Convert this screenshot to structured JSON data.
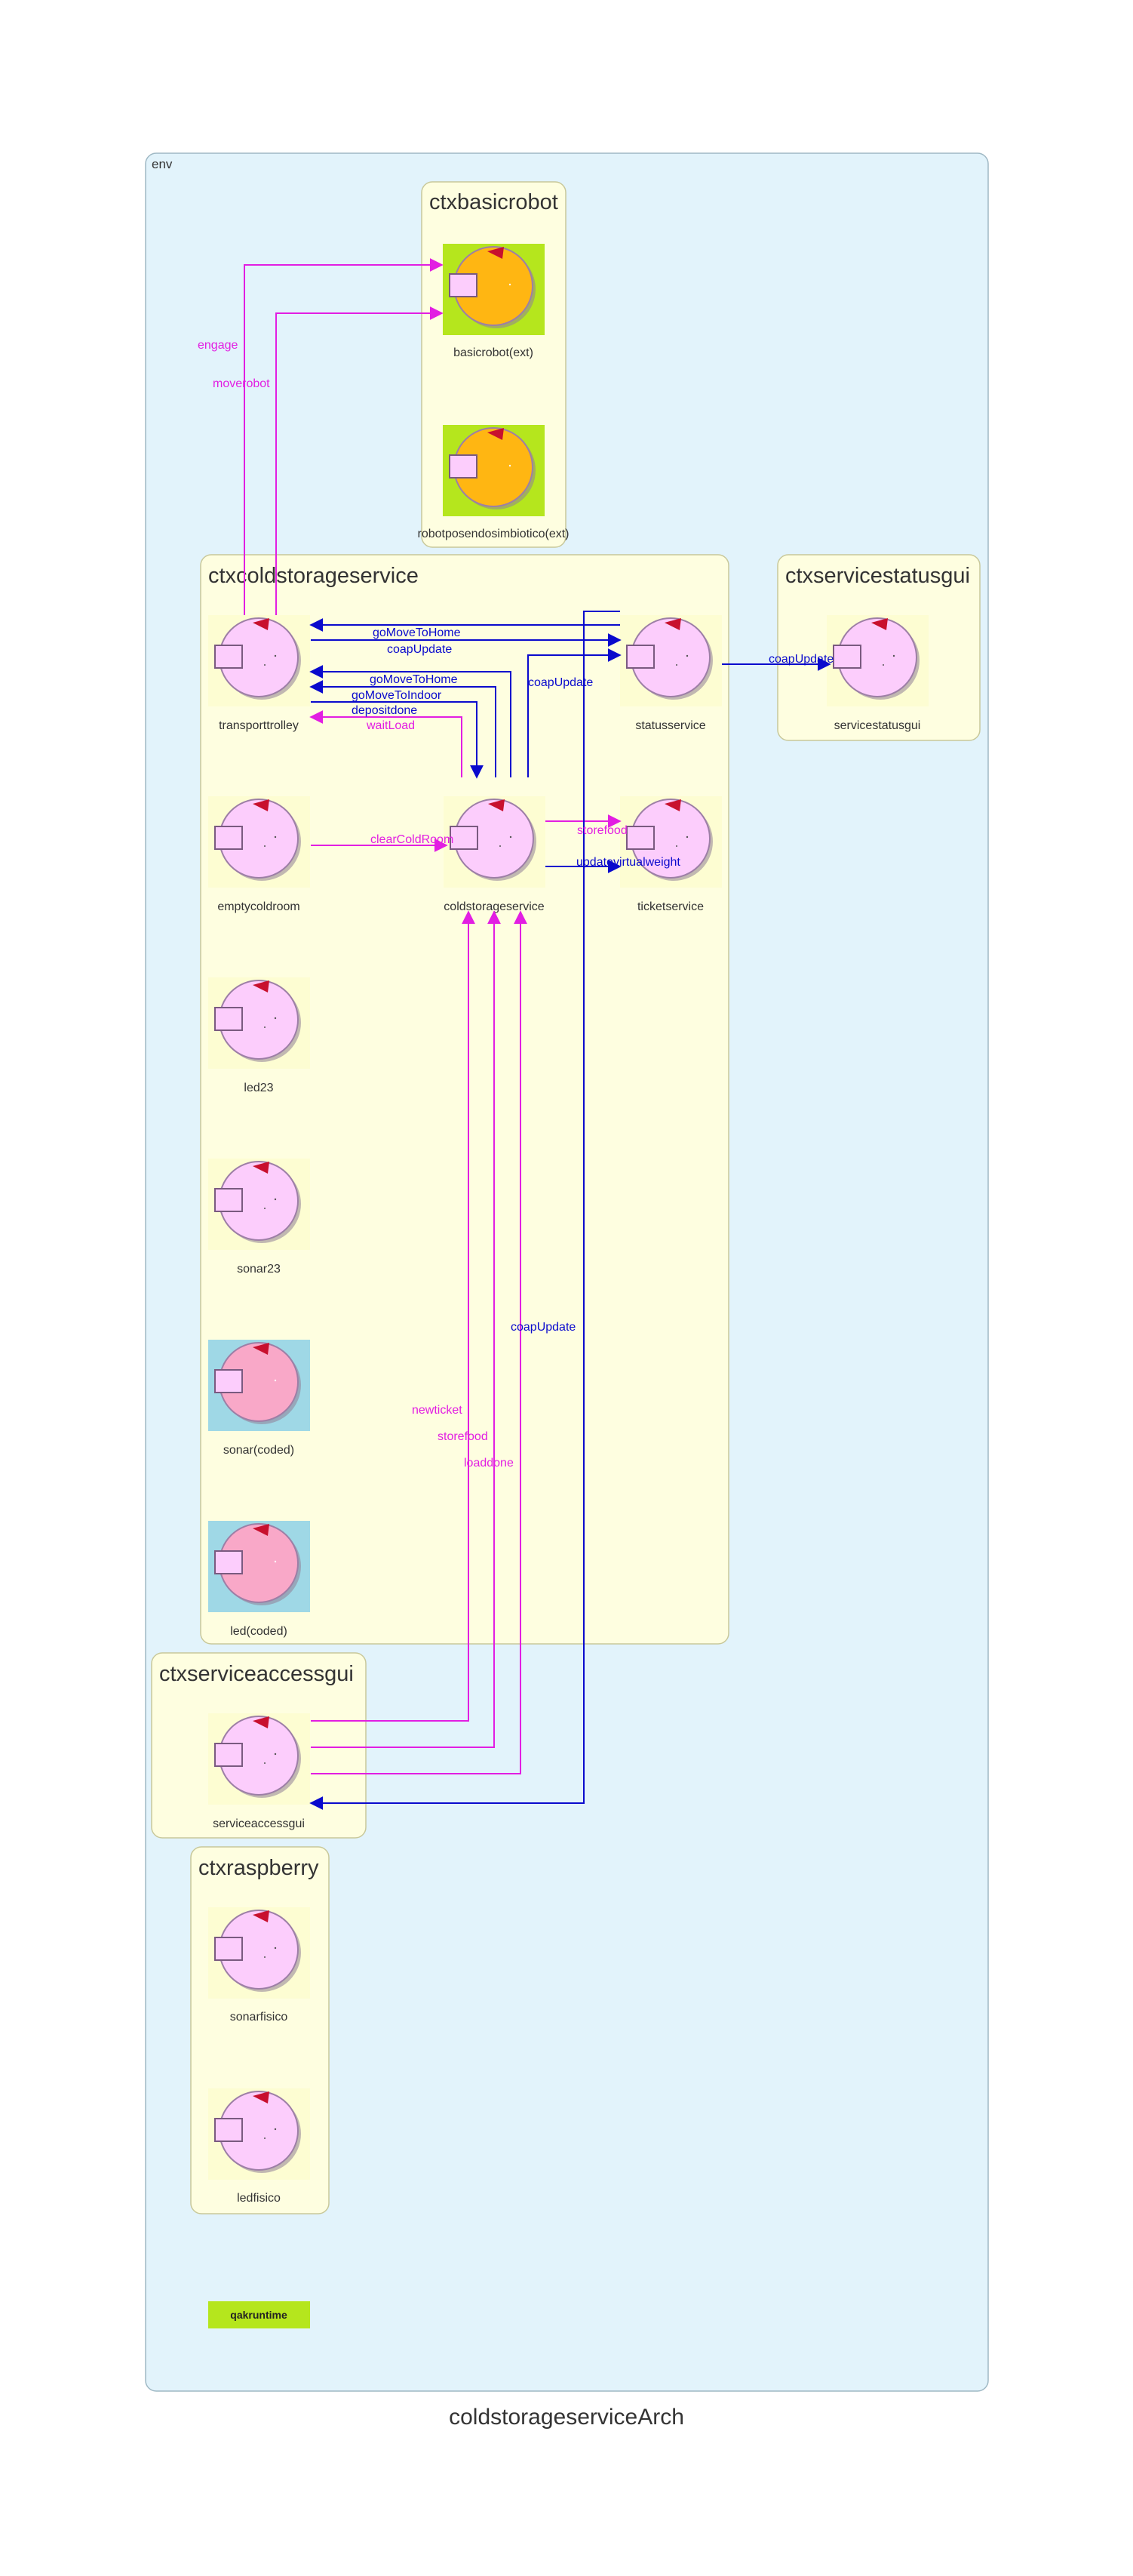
{
  "title": "coldstorageserviceArch",
  "env_label": "env",
  "contexts": {
    "basicrobot": "ctxbasicrobot",
    "coldstorageservice": "ctxcoldstorageservice",
    "servicestatusgui": "ctxservicestatusgui",
    "serviceaccessgui": "ctxserviceaccessgui",
    "raspberry": "ctxraspberry"
  },
  "actors": {
    "basicrobot": "basicrobot(ext)",
    "robotposendosimbiotico": "robotposendosimbiotico(ext)",
    "transporttrolley": "transporttrolley",
    "statusservice": "statusservice",
    "servicestatusgui": "servicestatusgui",
    "emptycoldroom": "emptycoldroom",
    "coldstorageservice": "coldstorageservice",
    "ticketservice": "ticketservice",
    "led23": "led23",
    "sonar23": "sonar23",
    "sonar_coded": "sonar(coded)",
    "led_coded": "led(coded)",
    "serviceaccessgui": "serviceaccessgui",
    "sonarfisico": "sonarfisico",
    "ledfisico": "ledfisico"
  },
  "messages": {
    "engage": "engage",
    "moverobot": "moverobot",
    "goMoveToHome_1": "goMoveToHome",
    "coapUpdate_1": "coapUpdate",
    "goMoveToHome_2": "goMoveToHome",
    "goMoveToIndoor": "goMoveToIndoor",
    "depositdone": "depositdone",
    "waitLoad": "waitLoad",
    "coapUpdate_2": "coapUpdate",
    "coapUpdate_3": "coapUpdate",
    "clearColdRoom": "clearColdRoom",
    "storefood_1": "storefood",
    "updatevirtualweight": "updatevirtualweight",
    "coapUpdate_4": "coapUpdate",
    "newticket": "newticket",
    "storefood_2": "storefood",
    "loaddone": "loaddone"
  },
  "legend_badge": "qakruntime",
  "colors": {
    "env_fill": "#e2f3fb",
    "context_fill": "#fefee0",
    "actor_bg": "#fdfdd2",
    "actor_circle": "#fccdfc",
    "external_bg": "#b5e61d",
    "external_circle": "#ffb612",
    "coded_bg": "#9fd8e6",
    "coded_circle": "#f9a8c8",
    "flag": "#c8102e",
    "request_arrow": "#e21ee2",
    "dispatch_arrow": "#0a0acd"
  }
}
